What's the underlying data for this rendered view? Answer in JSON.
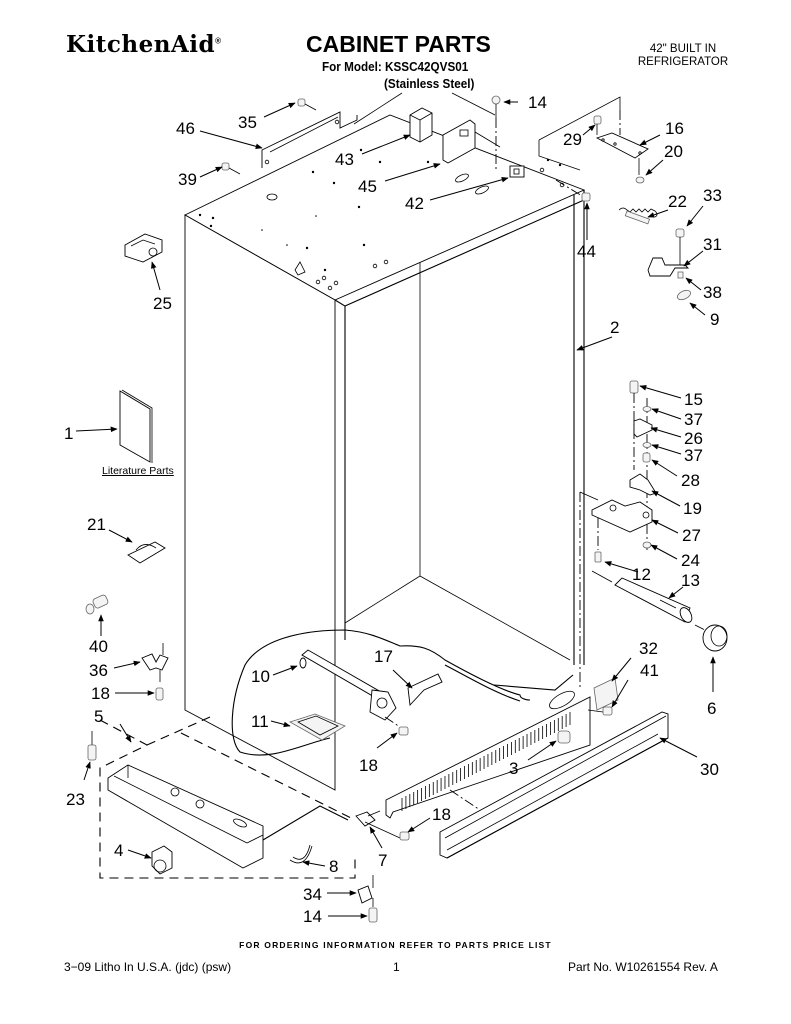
{
  "header": {
    "brand": "KitchenAid",
    "brand_mark": "®",
    "title": "CABINET PARTS",
    "model_line": "For Model: KSSC42QVS01",
    "variant_line": "(Stainless Steel)",
    "product_line1": "42\" BUILT IN",
    "product_line2": "REFRIGERATOR"
  },
  "literature_label": "Literature Parts",
  "footer": {
    "ordering_note": "FOR ORDERING INFORMATION REFER TO PARTS PRICE LIST",
    "print_info": "3−09 Litho In U.S.A. (jdc) (psw)",
    "page_number": "1",
    "part_number": "Part No. W10261554 Rev. A"
  },
  "callouts": [
    {
      "id": "c35",
      "label": "35"
    },
    {
      "id": "c46",
      "label": "46"
    },
    {
      "id": "c39",
      "label": "39"
    },
    {
      "id": "c43",
      "label": "43"
    },
    {
      "id": "c45",
      "label": "45"
    },
    {
      "id": "c42",
      "label": "42"
    },
    {
      "id": "c14a",
      "label": "14"
    },
    {
      "id": "c29",
      "label": "29"
    },
    {
      "id": "c16",
      "label": "16"
    },
    {
      "id": "c20",
      "label": "20"
    },
    {
      "id": "c44",
      "label": "44"
    },
    {
      "id": "c22",
      "label": "22"
    },
    {
      "id": "c33",
      "label": "33"
    },
    {
      "id": "c31",
      "label": "31"
    },
    {
      "id": "c38",
      "label": "38"
    },
    {
      "id": "c9",
      "label": "9"
    },
    {
      "id": "c25",
      "label": "25"
    },
    {
      "id": "c2",
      "label": "2"
    },
    {
      "id": "c1",
      "label": "1"
    },
    {
      "id": "c15",
      "label": "15"
    },
    {
      "id": "c37a",
      "label": "37"
    },
    {
      "id": "c26",
      "label": "26"
    },
    {
      "id": "c37b",
      "label": "37"
    },
    {
      "id": "c28",
      "label": "28"
    },
    {
      "id": "c19",
      "label": "19"
    },
    {
      "id": "c27",
      "label": "27"
    },
    {
      "id": "c24",
      "label": "24"
    },
    {
      "id": "c12",
      "label": "12"
    },
    {
      "id": "c13",
      "label": "13"
    },
    {
      "id": "c21",
      "label": "21"
    },
    {
      "id": "c40",
      "label": "40"
    },
    {
      "id": "c36",
      "label": "36"
    },
    {
      "id": "c18a",
      "label": "18"
    },
    {
      "id": "c5",
      "label": "5"
    },
    {
      "id": "c23",
      "label": "23"
    },
    {
      "id": "c4",
      "label": "4"
    },
    {
      "id": "c8",
      "label": "8"
    },
    {
      "id": "c34",
      "label": "34"
    },
    {
      "id": "c14b",
      "label": "14"
    },
    {
      "id": "c10",
      "label": "10"
    },
    {
      "id": "c17",
      "label": "17"
    },
    {
      "id": "c11",
      "label": "11"
    },
    {
      "id": "c18b",
      "label": "18"
    },
    {
      "id": "c3",
      "label": "3"
    },
    {
      "id": "c18c",
      "label": "18"
    },
    {
      "id": "c7",
      "label": "7"
    },
    {
      "id": "c32",
      "label": "32"
    },
    {
      "id": "c41",
      "label": "41"
    },
    {
      "id": "c6",
      "label": "6"
    },
    {
      "id": "c30",
      "label": "30"
    }
  ]
}
